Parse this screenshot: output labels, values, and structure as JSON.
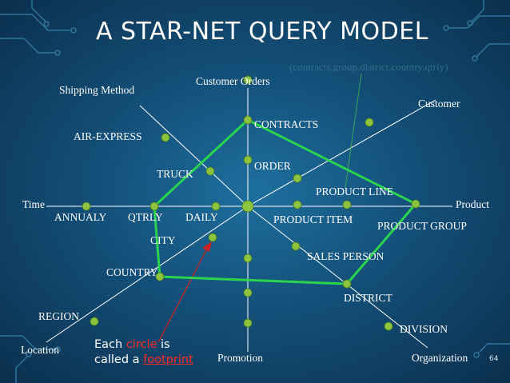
{
  "title": "A STAR-NET QUERY MODEL",
  "annotation": "(contracts,group,district,country,qtrly)",
  "page_number": "64",
  "note": {
    "line1_prefix": "Each ",
    "line1_highlight": "circle",
    "line1_suffix": " is",
    "line2_prefix": "called a ",
    "line2_highlight": "footprint"
  },
  "colors": {
    "node": "#8cc43f",
    "footprint_path": "#2bd44f",
    "axis": "#ffffff",
    "highlight": "#ff2a2a"
  },
  "labels": {
    "dimensions": {
      "customer_orders": "Customer Orders",
      "shipping_method": "Shipping Method",
      "customer": "Customer",
      "time": "Time",
      "product": "Product",
      "location": "Location",
      "promotion": "Promotion",
      "organization": "Organization"
    },
    "levels": {
      "contracts": "CONTRACTS",
      "order": "ORDER",
      "air_express": "AIR-EXPRESS",
      "truck": "TRUCK",
      "product_line": "PRODUCT LINE",
      "annualy": "ANNUALY",
      "qtrly": "QTRLY",
      "daily": "DAILY",
      "product_item": "PRODUCT ITEM",
      "product_group": "PRODUCT GROUP",
      "city": "CITY",
      "sales_person": "SALES PERSON",
      "country": "COUNTRY",
      "district": "DISTRICT",
      "region": "REGION",
      "division": "DIVISION"
    }
  }
}
